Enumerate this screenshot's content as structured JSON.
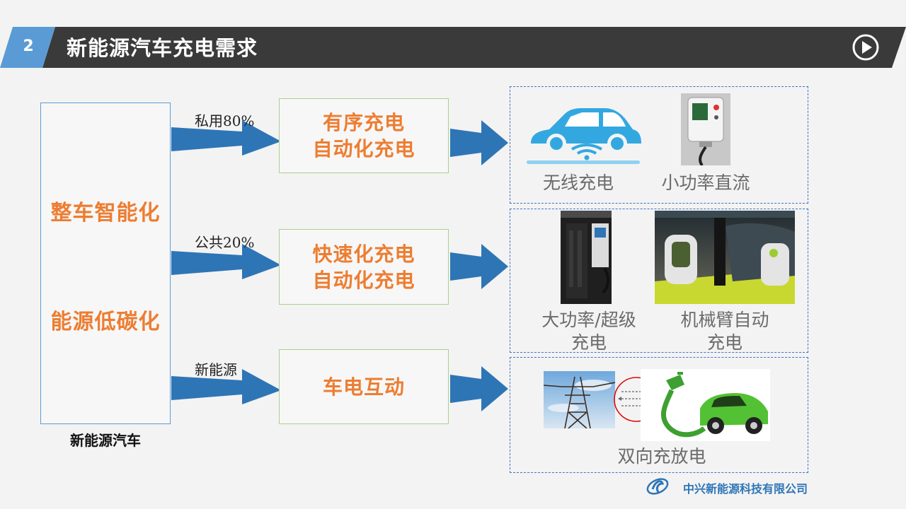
{
  "header": {
    "section_number": "2",
    "title": "新能源汽车充电需求"
  },
  "left": {
    "lines": [
      "整车智能化",
      "能源低碳化"
    ],
    "caption": "新能源汽车"
  },
  "routes": [
    {
      "label": "私用80%",
      "box_lines": [
        "有序充电",
        "自动化充电"
      ]
    },
    {
      "label": "公共20%",
      "box_lines": [
        "快速化充电",
        "自动化充电"
      ]
    },
    {
      "label": "新能源",
      "box_lines": [
        "车电互动"
      ]
    }
  ],
  "panels": {
    "top": {
      "captions": [
        "无线充电",
        "小功率直流"
      ]
    },
    "middle": {
      "captions": [
        [
          "大功率/超级",
          "充电"
        ],
        [
          "机械臂自动",
          "充电"
        ]
      ]
    },
    "bottom": {
      "captions": [
        "双向充放电"
      ]
    }
  },
  "footer": {
    "company": "中兴新能源科技有限公司"
  },
  "colors": {
    "accent_orange": "#ed7d31",
    "arrow_blue": "#2e75b6",
    "header_dark": "#3a3a3a",
    "header_blue": "#5b9bd5"
  }
}
